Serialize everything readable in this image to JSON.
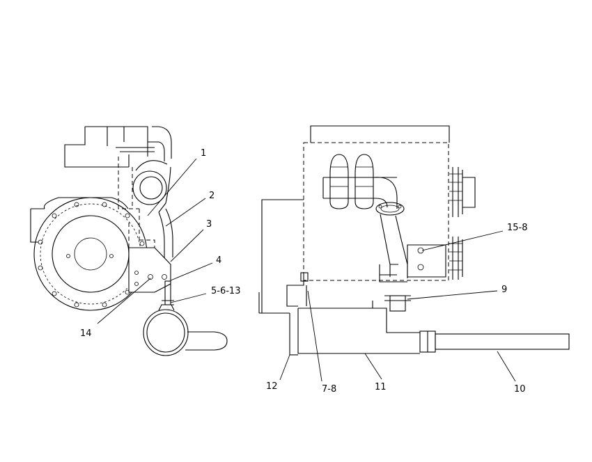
{
  "callouts": {
    "c1": "1",
    "c2": "2",
    "c3": "3",
    "c4": "4",
    "c5": "5-6-13",
    "c14": "14",
    "c15": "15-8",
    "c9": "9",
    "c10": "10",
    "c11": "11",
    "c12": "12",
    "c7": "7-8"
  }
}
